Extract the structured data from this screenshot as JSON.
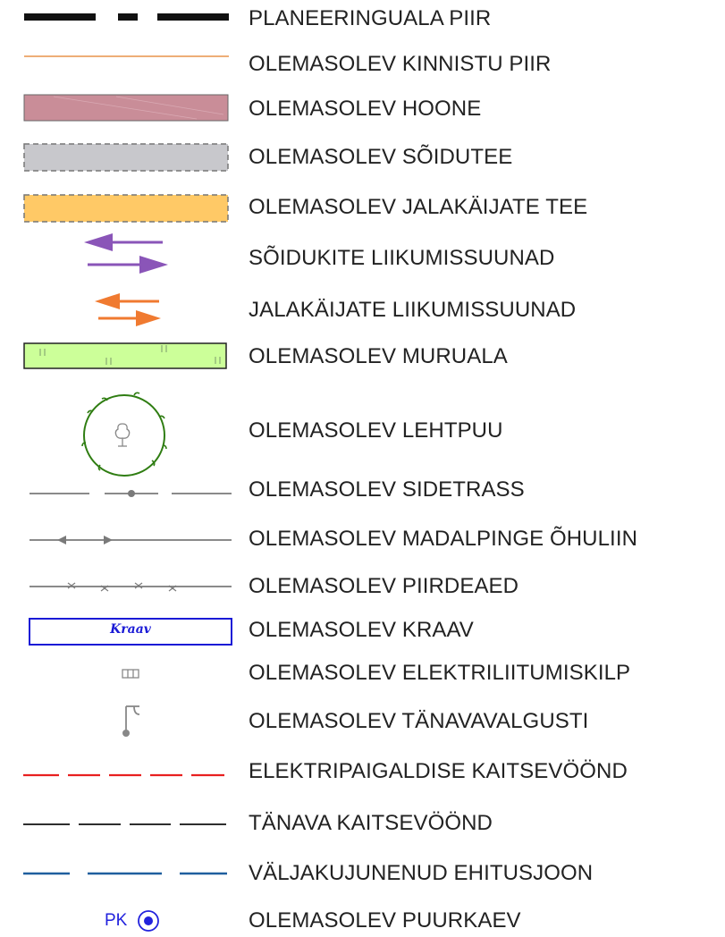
{
  "legend": {
    "items": [
      {
        "id": "planeeringuala-piir",
        "label": "PLANEERINGUALA PIIR",
        "icon": "thick-dashed-black-line"
      },
      {
        "id": "kinnistu-piir",
        "label": "OLEMASOLEV KINNISTU PIIR",
        "icon": "thin-orange-line",
        "color": "#e8944a"
      },
      {
        "id": "hoone",
        "label": "OLEMASOLEV HOONE",
        "icon": "pink-hatched-rectangle",
        "color": "#c98d98"
      },
      {
        "id": "soidutee",
        "label": "OLEMASOLEV SÕIDUTEE",
        "icon": "gray-dashed-rectangle",
        "color": "#c8c8cc"
      },
      {
        "id": "jalakaijate-tee",
        "label": "OLEMASOLEV JALAKÄIJATE TEE",
        "icon": "yellow-dashed-rectangle",
        "color": "#ffc966"
      },
      {
        "id": "soidukite-suunad",
        "label": "SÕIDUKITE LIIKUMISSUUNAD",
        "icon": "purple-arrows",
        "color": "#8a55b8"
      },
      {
        "id": "jalakaijate-suunad",
        "label": "JALAKÄIJATE LIIKUMISSUUNAD",
        "icon": "orange-arrows",
        "color": "#f07a30"
      },
      {
        "id": "muruala",
        "label": "OLEMASOLEV MURUALA",
        "icon": "green-grass-rectangle",
        "color": "#ccff99"
      },
      {
        "id": "lehtpuu",
        "label": "OLEMASOLEV LEHTPUU",
        "icon": "deciduous-tree-icon",
        "color": "#2f7d12"
      },
      {
        "id": "sidetrass",
        "label": "OLEMASOLEV SIDETRASS",
        "icon": "gray-dotted-line"
      },
      {
        "id": "madalpinge",
        "label": "OLEMASOLEV MADALPINGE ÕHULIIN",
        "icon": "gray-arrow-line"
      },
      {
        "id": "piirdeaed",
        "label": "OLEMASOLEV PIIRDEAED",
        "icon": "gray-x-line"
      },
      {
        "id": "kraav",
        "label": "OLEMASOLEV KRAAV",
        "icon": "kraav-box",
        "color": "#1a1ad6",
        "box_text": "Kraav"
      },
      {
        "id": "elektriliitumiskilp",
        "label": "OLEMASOLEV ELEKTRILIITUMISKILP",
        "icon": "electric-box-icon"
      },
      {
        "id": "tanavavalgusti",
        "label": "OLEMASOLEV TÄNAVAVALGUSTI",
        "icon": "street-light-icon"
      },
      {
        "id": "elektripaigaldise-kaitsevoond",
        "label": "ELEKTRIPAIGALDISE KAITSEVÖÖND",
        "icon": "red-dashed-line",
        "color": "#e82020"
      },
      {
        "id": "tanava-kaitsevoond",
        "label": "TÄNAVA KAITSEVÖÖND",
        "icon": "black-dashed-line"
      },
      {
        "id": "ehitusjoon",
        "label": "VÄLJAKUJUNENUD EHITUSJOON",
        "icon": "blue-dashed-line",
        "color": "#1f5f9e"
      },
      {
        "id": "puurkaev",
        "label": "OLEMASOLEV PUURKAEV",
        "icon": "well-icon",
        "color": "#2222dd",
        "prefix": "PK"
      }
    ]
  }
}
